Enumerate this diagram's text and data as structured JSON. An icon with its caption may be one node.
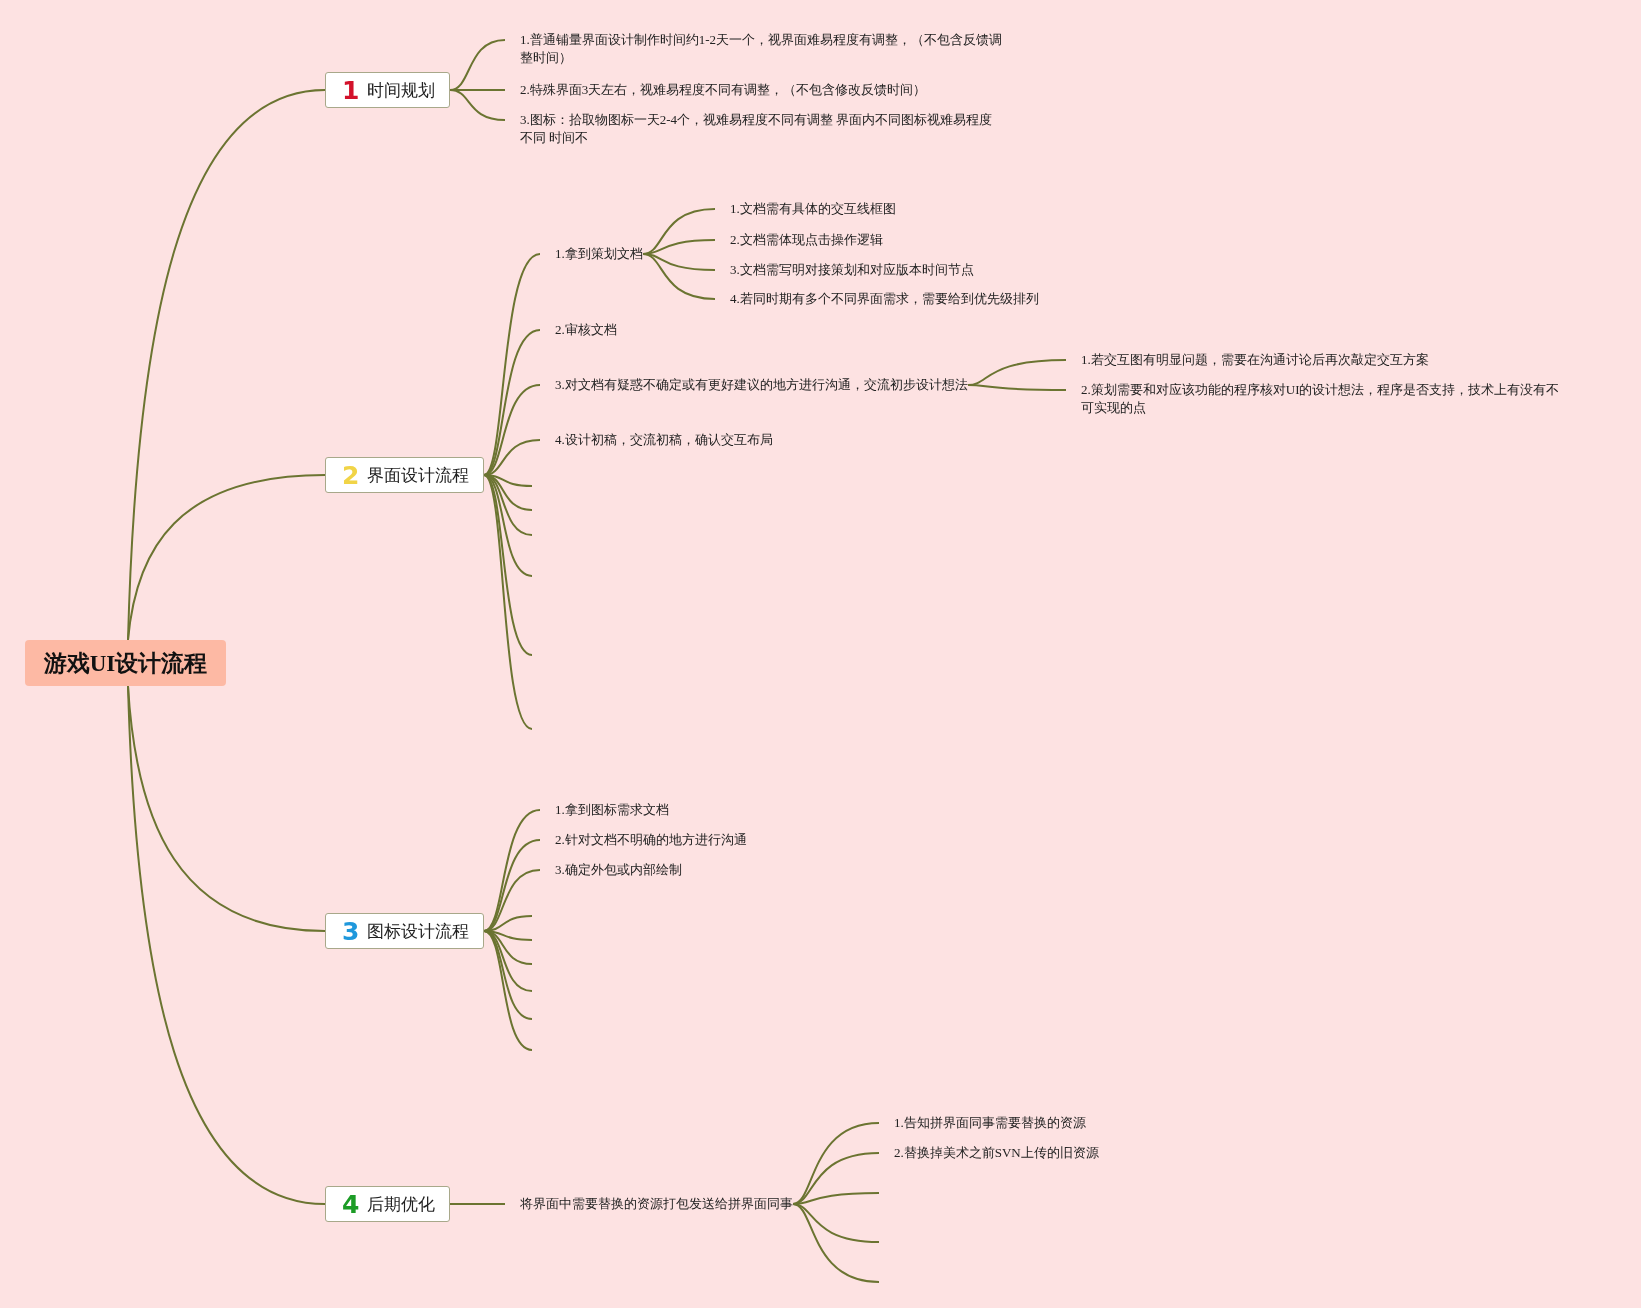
{
  "diagram": {
    "nodes": [
      {
        "text": [
          "游戏UI设计流程"
        ]
      },
      {
        "text": [
          "1",
          "时间规划"
        ]
      },
      {
        "text": [
          "1.普通铺量界面设计制作时间约1-2天一个，视界面难易程度有调整，（不包含反馈调整时间）"
        ]
      },
      {
        "text": [
          "2.特殊界面3天左右，视难易程度不同有调整，（不包含修改反馈时间）"
        ]
      },
      {
        "text": [
          "3.图标：拾取物图标一天2-4个，视难易程度不同有调整 界面内不同图标视难易程度不同 时间不"
        ]
      },
      {
        "text": [
          "2",
          "界面设计流程"
        ]
      },
      {
        "text": [
          "1.拿到策划文档"
        ]
      },
      {
        "text": [
          "1.文档需有具体的交互线框图"
        ]
      },
      {
        "text": [
          "2.文档需体现点击操作逻辑"
        ]
      },
      {
        "text": [
          "3.文档需写明对接策划和对应版本时间节点"
        ]
      },
      {
        "text": [
          "4.若同时期有多个不同界面需求，需要给到优先级排列"
        ]
      },
      {
        "text": [
          "2.审核文档"
        ]
      },
      {
        "text": [
          "3.对文档有疑惑不确定或有更好建议的地方进行沟通，交流初步设计想法"
        ]
      },
      {
        "text": [
          "1.若交互图有明显问题，需要在沟通讨论后再次敲定交互方案"
        ]
      },
      {
        "text": [
          "2.策划需要和对应该功能的程序核对UI的设计想法，程序是否支持，技术上有没有不可实现的点"
        ]
      },
      {
        "text": [
          "4.设计初稿，交流初稿，确认交互布局"
        ]
      },
      {
        "text": [
          "3",
          "图标设计流程"
        ]
      },
      {
        "text": [
          "1.拿到图标需求文档"
        ]
      },
      {
        "text": [
          "2.针对文档不明确的地方进行沟通"
        ]
      },
      {
        "text": [
          "3.确定外包或内部绘制"
        ]
      },
      {
        "text": [
          "4",
          "后期优化"
        ]
      },
      {
        "text": [
          "将界面中需要替换的资源打包发送给拼界面同事"
        ]
      },
      {
        "text": [
          "1.告知拼界面同事需要替换的资源"
        ]
      },
      {
        "text": [
          "2.替换掉美术之前SVN上传的旧资源"
        ]
      }
    ],
    "edges": [
      {
        "from": 0,
        "to": 1,
        "arrow": "none"
      },
      {
        "from": 0,
        "to": 5,
        "arrow": "none"
      },
      {
        "from": 0,
        "to": 16,
        "arrow": "none"
      },
      {
        "from": 0,
        "to": 20,
        "arrow": "none"
      },
      {
        "from": 1,
        "to": 2,
        "arrow": "none"
      },
      {
        "from": 1,
        "to": 3,
        "arrow": "none"
      },
      {
        "from": 1,
        "to": 4,
        "arrow": "none"
      },
      {
        "from": 5,
        "to": 6,
        "arrow": "none"
      },
      {
        "from": 5,
        "to": 11,
        "arrow": "none"
      },
      {
        "from": 5,
        "to": 12,
        "arrow": "none"
      },
      {
        "from": 5,
        "to": 15,
        "arrow": "none"
      },
      {
        "from": 5,
        "to": null,
        "arrow": "none"
      },
      {
        "from": 5,
        "to": null,
        "arrow": "none"
      },
      {
        "from": 5,
        "to": null,
        "arrow": "none"
      },
      {
        "from": 5,
        "to": null,
        "arrow": "none"
      },
      {
        "from": 5,
        "to": null,
        "arrow": "none"
      },
      {
        "from": 5,
        "to": null,
        "arrow": "none"
      },
      {
        "from": 6,
        "to": 7,
        "arrow": "none"
      },
      {
        "from": 6,
        "to": 8,
        "arrow": "none"
      },
      {
        "from": 6,
        "to": 9,
        "arrow": "none"
      },
      {
        "from": 6,
        "to": 10,
        "arrow": "none"
      },
      {
        "from": 12,
        "to": 13,
        "arrow": "none"
      },
      {
        "from": 12,
        "to": 14,
        "arrow": "none"
      },
      {
        "from": 16,
        "to": 17,
        "arrow": "none"
      },
      {
        "from": 16,
        "to": 18,
        "arrow": "none"
      },
      {
        "from": 16,
        "to": 19,
        "arrow": "none"
      },
      {
        "from": 16,
        "to": null,
        "arrow": "none"
      },
      {
        "from": 16,
        "to": null,
        "arrow": "none"
      },
      {
        "from": 16,
        "to": null,
        "arrow": "none"
      },
      {
        "from": 16,
        "to": null,
        "arrow": "none"
      },
      {
        "from": 16,
        "to": null,
        "arrow": "none"
      },
      {
        "from": 16,
        "to": null,
        "arrow": "none"
      },
      {
        "from": 20,
        "to": 21,
        "arrow": "none"
      },
      {
        "from": 21,
        "to": 22,
        "arrow": "none"
      },
      {
        "from": 21,
        "to": 23,
        "arrow": "none"
      },
      {
        "from": 21,
        "to": null,
        "arrow": "none"
      },
      {
        "from": 21,
        "to": null,
        "arrow": "none"
      },
      {
        "from": 21,
        "to": null,
        "arrow": "none"
      }
    ]
  }
}
